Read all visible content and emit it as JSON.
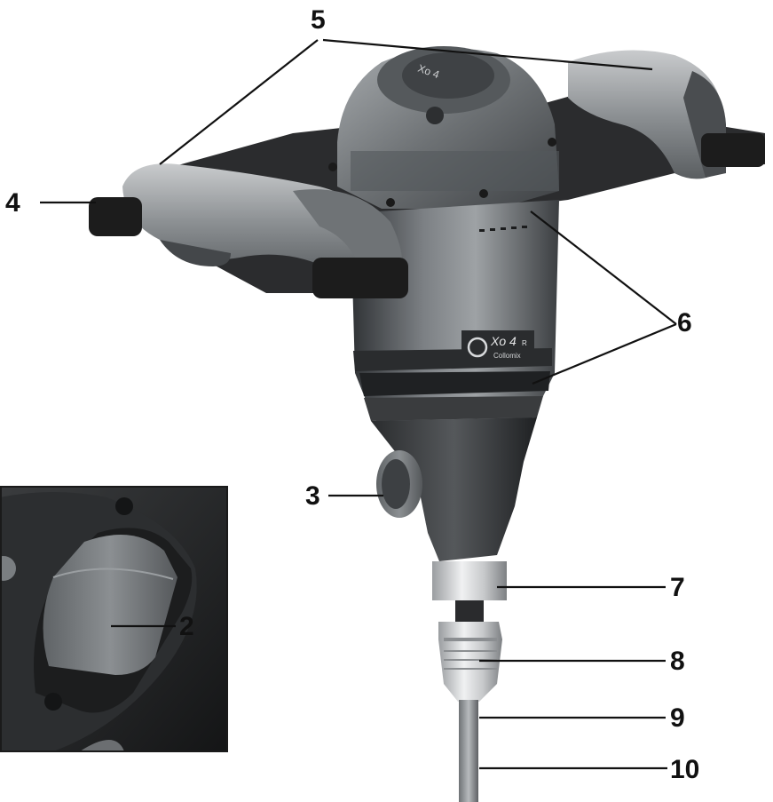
{
  "callouts": {
    "c2": "2",
    "c3": "3",
    "c4": "4",
    "c5": "5",
    "c6": "6",
    "c7": "7",
    "c8": "8",
    "c9": "9",
    "c10": "10"
  },
  "product_badge": {
    "model": "Xo 4",
    "model_suffix": "R",
    "brand": "Collomix"
  },
  "top_cap_text": "Xo 4",
  "colors": {
    "body_dark": "#3a3d40",
    "body_mid": "#6e7276",
    "body_light": "#b9bcbf",
    "grip_foam": "#1c1c1c",
    "frame": "#2a2b2d",
    "chrome": "#d4d6d8"
  }
}
